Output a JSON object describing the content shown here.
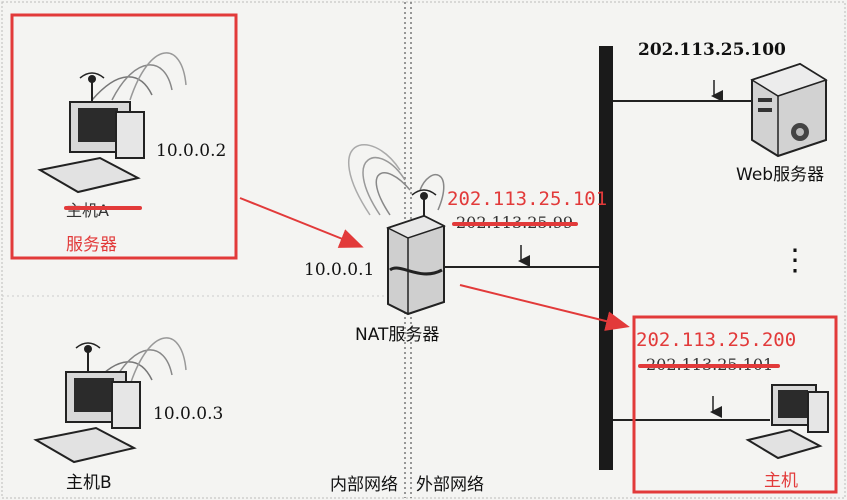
{
  "zones": {
    "inner": "内部网络",
    "outer": "外部网络"
  },
  "host_a": {
    "ip": "10.0.0.2",
    "name_struck": "主机A",
    "annotation": "服务器",
    "highlight_color": "#e23a3a"
  },
  "host_b": {
    "ip": "10.0.0.3",
    "name": "主机B"
  },
  "nat": {
    "ip_inner": "10.0.0.1",
    "name": "NAT服务器",
    "ip_outer_struck": "202.113.25.99",
    "ip_outer_new": "202.113.25.101"
  },
  "web": {
    "ip": "202.113.25.100",
    "name": "Web服务器"
  },
  "ext_host": {
    "ip_struck": "202.113.25.101",
    "ip_new": "202.113.25.200",
    "name": "主机",
    "highlight_color": "#e23a3a"
  },
  "ellipsis": "⋮",
  "icons": [
    "computer-icon",
    "server-icon",
    "web-server-icon",
    "antenna-icon",
    "arrow-icon"
  ]
}
